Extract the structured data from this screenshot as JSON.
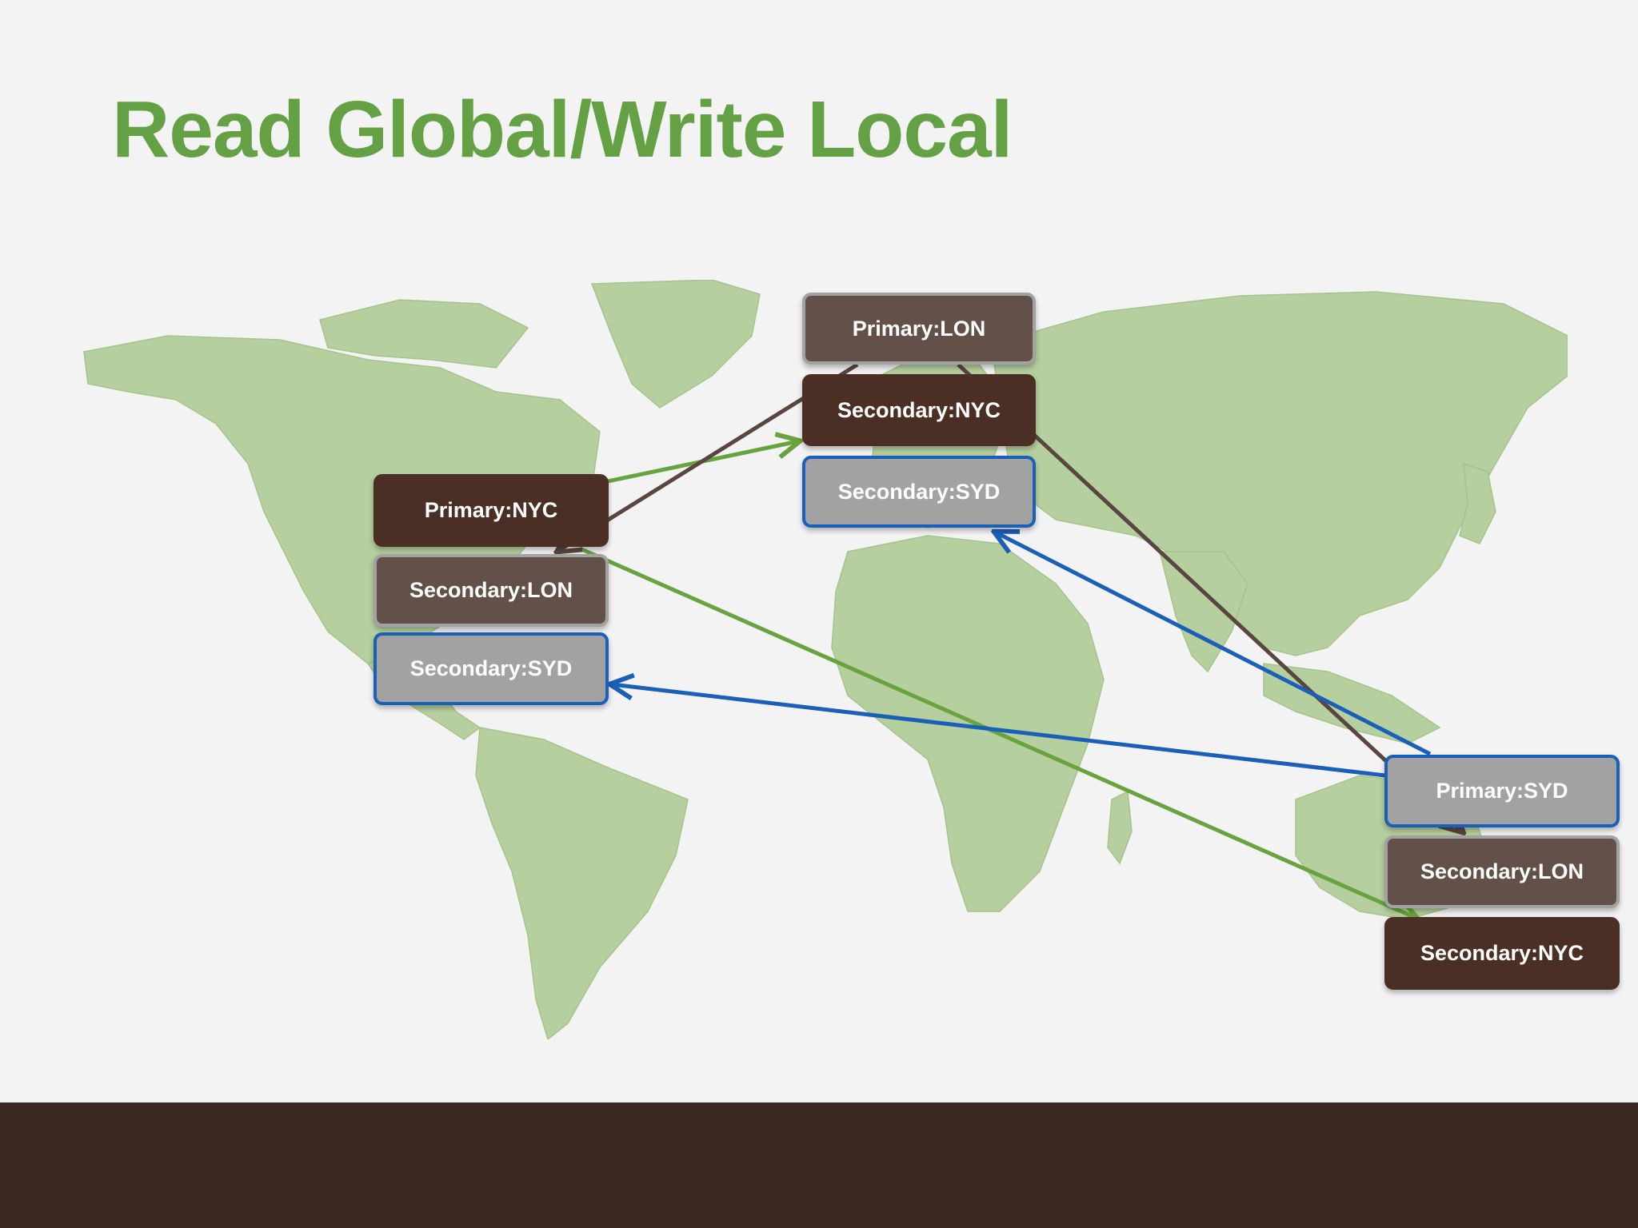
{
  "title": "Read Global/Write Local",
  "colors": {
    "title": "#64a044",
    "map_land": "#b5cf9e",
    "lon_node": "#625049",
    "nyc_node": "#4b2f24",
    "syd_node": "#a2a2a2",
    "syd_border": "#1a5fb8",
    "green_arrow": "#68a33f",
    "brown_arrow": "#5a4640",
    "blue_arrow": "#1a5fb8",
    "footer": "#3c2822"
  },
  "nodes": {
    "london": {
      "primary": "Primary:LON",
      "secondary_nyc": "Secondary:NYC",
      "secondary_syd": "Secondary:SYD"
    },
    "new_york": {
      "primary": "Primary:NYC",
      "secondary_lon": "Secondary:LON",
      "secondary_syd": "Secondary:SYD"
    },
    "sydney": {
      "primary": "Primary:SYD",
      "secondary_lon": "Secondary:LON",
      "secondary_nyc": "Secondary:NYC"
    }
  },
  "replication": [
    {
      "from": "Primary:NYC",
      "to": "Secondary:NYC (London)",
      "color": "green"
    },
    {
      "from": "Primary:NYC",
      "to": "Secondary:NYC (Sydney)",
      "color": "green"
    },
    {
      "from": "Primary:LON",
      "to": "Secondary:LON (New York)",
      "color": "brown"
    },
    {
      "from": "Primary:LON",
      "to": "Secondary:LON (Sydney)",
      "color": "brown"
    },
    {
      "from": "Primary:SYD",
      "to": "Secondary:SYD (London)",
      "color": "blue"
    },
    {
      "from": "Primary:SYD",
      "to": "Secondary:SYD (New York)",
      "color": "blue"
    }
  ]
}
